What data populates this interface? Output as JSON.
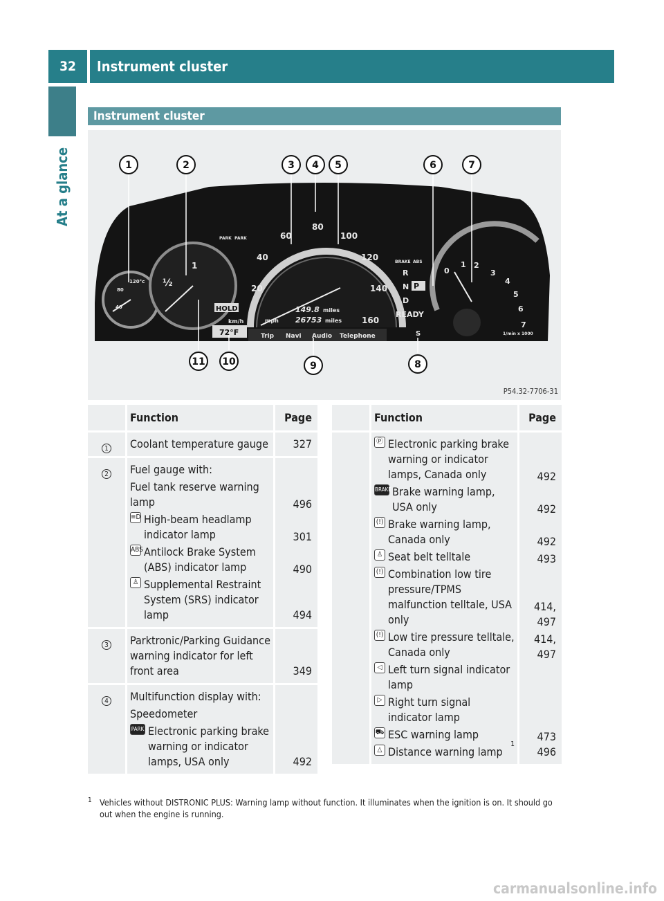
{
  "header": {
    "page_number": "32",
    "title": "Instrument cluster",
    "side_label": "At a glance"
  },
  "section": {
    "title": "Instrument cluster"
  },
  "figure": {
    "callouts": [
      "1",
      "2",
      "3",
      "4",
      "5",
      "6",
      "7",
      "8",
      "9",
      "10",
      "11"
    ],
    "ref_code": "P54.32-7706-31",
    "speedo_ticks": [
      "20",
      "40",
      "60",
      "80",
      "100",
      "120",
      "140",
      "160"
    ],
    "tacho_ticks": [
      "0",
      "1",
      "2",
      "3",
      "4",
      "5",
      "6",
      "7"
    ],
    "gear": [
      "R",
      "N",
      "D"
    ],
    "gear_selected": "P",
    "readout_distance": "149.8",
    "readout_distance_unit": "miles",
    "readout_odometer": "26753",
    "readout_odometer_unit": "miles",
    "unit_mph": "mph",
    "unit_kmh": "km/h",
    "temp_outside": "72°F",
    "hold": "HOLD",
    "ready": "READY",
    "tacho_unit": "1/min x 1000",
    "menu": [
      "Trip",
      "Navi",
      "Audio",
      "Telephone"
    ],
    "fuel_labels": [
      "½",
      "1"
    ],
    "temp_labels": [
      "120°c",
      "80",
      "40"
    ],
    "park_labels": [
      "PARK",
      "PARK"
    ],
    "brake_labels": [
      "BRAKE",
      "ABS"
    ],
    "s_label": "S"
  },
  "table_left": {
    "headers": {
      "num": "",
      "function": "Function",
      "page": "Page"
    },
    "rows": [
      {
        "num": "1",
        "entries": [
          {
            "sym": "",
            "text": "Coolant temperature gauge",
            "page": "327"
          }
        ]
      },
      {
        "num": "2",
        "entries": [
          {
            "sym": "",
            "text": "Fuel gauge with:",
            "page": ""
          },
          {
            "sym": "",
            "text": "Fuel tank reserve warning lamp",
            "page": "496"
          },
          {
            "sym": "≡D",
            "text": "High-beam headlamp indicator lamp",
            "page": "301"
          },
          {
            "sym": "ABS",
            "text": "Antilock Brake System (ABS) indicator lamp",
            "page": "490"
          },
          {
            "sym": "SRS",
            "text": "Supplemental Restraint System (SRS) indicator lamp",
            "page": "494"
          }
        ]
      },
      {
        "num": "3",
        "entries": [
          {
            "sym": "",
            "text": "Parktronic/Parking Guidance warning indicator for left front area",
            "page": "349"
          }
        ]
      },
      {
        "num": "4",
        "entries": [
          {
            "sym": "",
            "text": "Multifunction display with:",
            "page": ""
          },
          {
            "sym": "",
            "text": "Speedometer",
            "page": ""
          },
          {
            "sym": "PARK",
            "text": "Electronic parking brake warning or indicator lamps, USA only",
            "page": "492"
          }
        ]
      }
    ]
  },
  "table_right": {
    "headers": {
      "num": "",
      "function": "Function",
      "page": "Page"
    },
    "rows": [
      {
        "num": "",
        "entries": [
          {
            "sym": "P",
            "text": "Electronic parking brake warning or indicator lamps, Canada only",
            "page": "492"
          },
          {
            "sym": "BRAKE",
            "text": "Brake warning lamp, USA only",
            "page": "492"
          },
          {
            "sym": "(!)",
            "text": "Brake warning lamp, Canada only",
            "page": "492"
          },
          {
            "sym": "belt",
            "text": "Seat belt telltale",
            "page": "493"
          },
          {
            "sym": "tire",
            "text": "Combination low tire pressure/TPMS malfunction telltale, USA only",
            "page": "414, 497"
          },
          {
            "sym": "tire",
            "text": "Low tire pressure telltale, Canada only",
            "page": "414, 497"
          },
          {
            "sym": "◁",
            "text": "Left turn signal indicator lamp",
            "page": ""
          },
          {
            "sym": "▷",
            "text": "Right turn signal indicator lamp",
            "page": ""
          },
          {
            "sym": "ESC",
            "text": "ESC warning lamp",
            "page": "473"
          },
          {
            "sym": "dist",
            "text": "Distance warning lamp",
            "sup": "1",
            "page": "496"
          }
        ]
      }
    ]
  },
  "footnote": {
    "num": "1",
    "text": "Vehicles without DISTRONIC PLUS: Warning lamp without function. It illuminates when the ignition is on. It should go out when the engine is running."
  },
  "watermark": "carmanualsonline.info"
}
